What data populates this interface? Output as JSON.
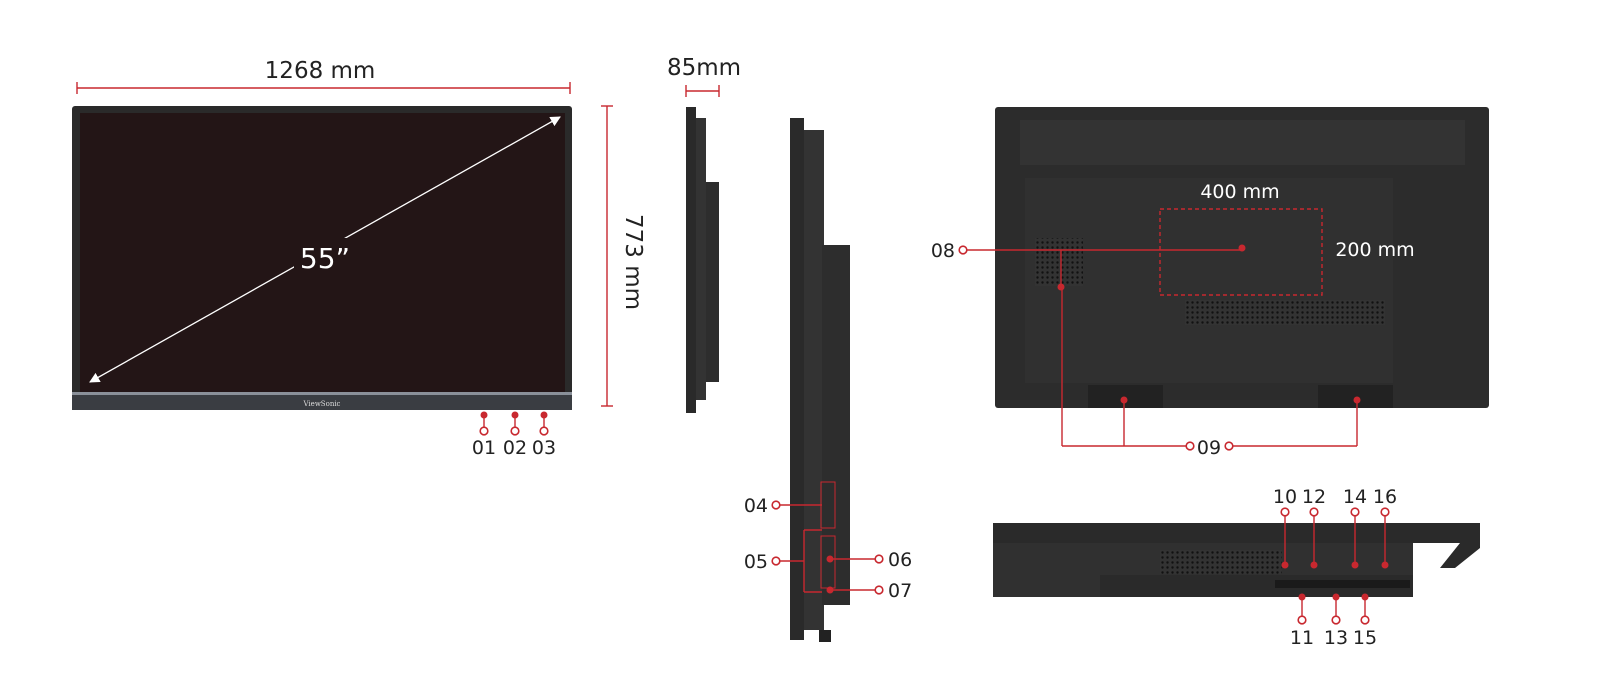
{
  "colors": {
    "accent": "#c8282f",
    "body": "#2b2b2b",
    "screen": "#231516"
  },
  "front": {
    "width_label": "1268 mm",
    "height_label": "773 mm",
    "diagonal_label": "55”",
    "brand": "ViewSonic"
  },
  "side": {
    "depth_label": "85mm"
  },
  "back": {
    "vesa_width_label": "400  mm",
    "vesa_height_label": "200 mm"
  },
  "callouts": [
    "01",
    "02",
    "03",
    "04",
    "05",
    "06",
    "07",
    "08",
    "09",
    "10",
    "11",
    "12",
    "13",
    "14",
    "15",
    "16"
  ]
}
